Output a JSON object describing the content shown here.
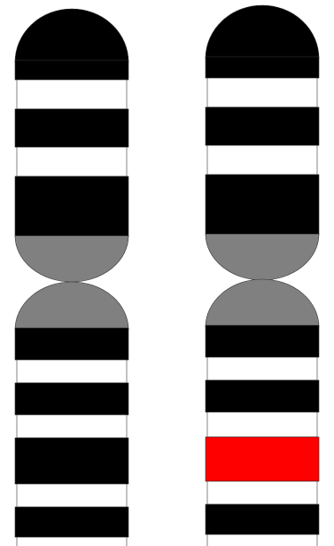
{
  "colors": {
    "background": "#ffffff",
    "band_dark": "#000000",
    "band_light": "#ffffff",
    "centromere": "#808080",
    "highlight": "#ff0000",
    "outline": "#333333"
  },
  "chromosomes": [
    {
      "id": "left-chromosome",
      "p_arm_bands": [
        "light",
        "dark",
        "light",
        "dark"
      ],
      "q_arm_bands": [
        "dark",
        "light",
        "dark",
        "light",
        "dark",
        "light",
        "dark",
        "light"
      ],
      "highlighted_band": null
    },
    {
      "id": "right-chromosome",
      "p_arm_bands": [
        "light",
        "dark",
        "light",
        "dark"
      ],
      "q_arm_bands": [
        "dark",
        "light",
        "dark",
        "light",
        "highlight",
        "light",
        "dark",
        "light"
      ],
      "highlighted_band": "q-arm-band-5"
    }
  ]
}
